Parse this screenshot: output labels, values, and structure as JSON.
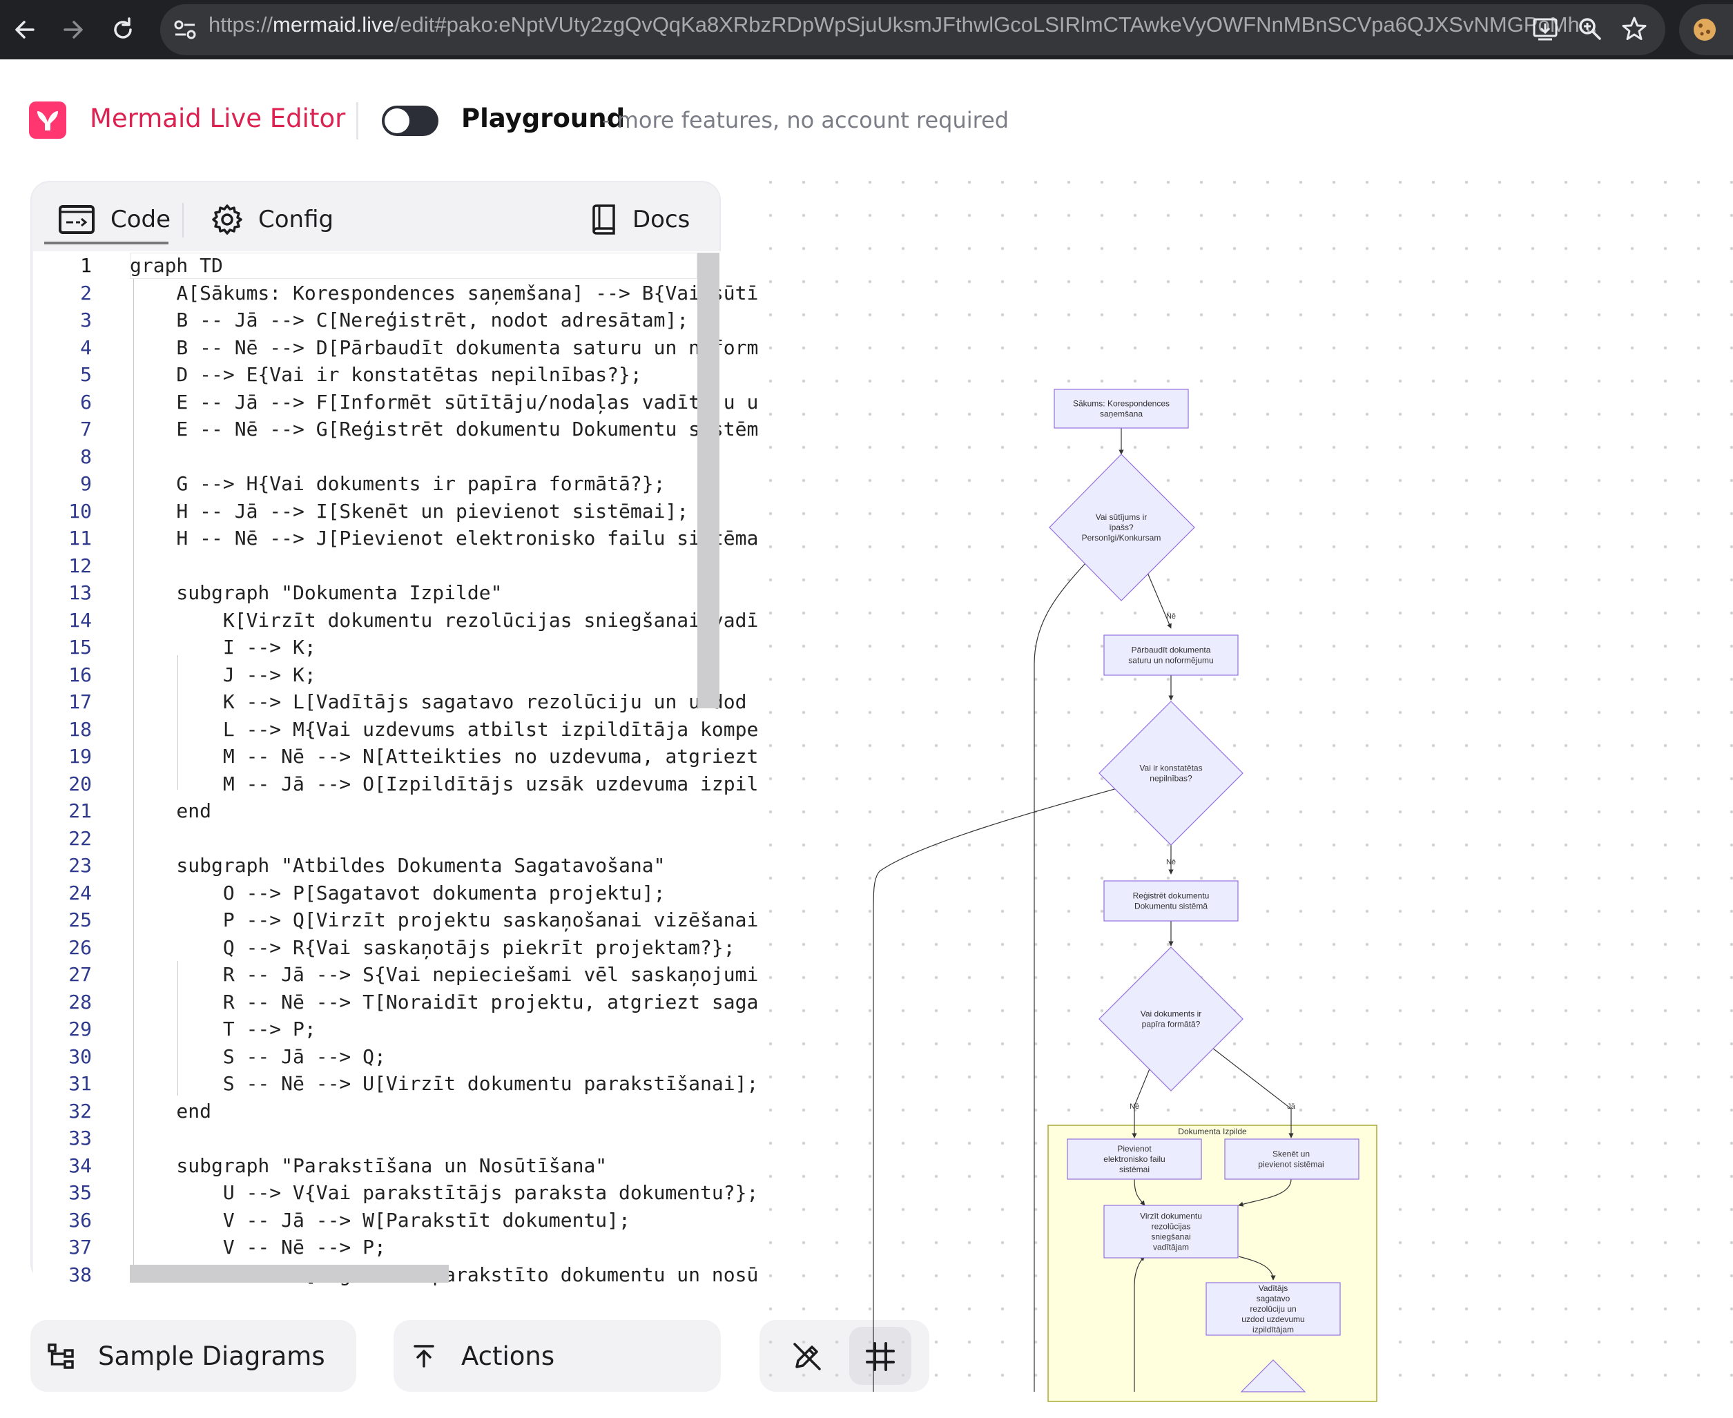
{
  "browser": {
    "url_prefix": "https://",
    "url_host": "mermaid.live",
    "url_rest": "/edit#pako:eNptVUty2zgQvQqKa8XRbzRDpWpSjuUksmJFthwlGcoLSIRlmCTAwkeVyOWFNnMBnSCVpa6QJXSvNMGPoMh..."
  },
  "header": {
    "app_title": "Mermaid Live Editor",
    "playground_label": "Playground",
    "playground_sub": "- more features, no account required"
  },
  "editor": {
    "tabs": {
      "code": "Code",
      "config": "Config",
      "docs": "Docs"
    },
    "lines": [
      {
        "n": "1",
        "text": "graph TD"
      },
      {
        "n": "2",
        "text": "    A[Sākums: Korespondences saņemšana] --> B{Vai sūtī"
      },
      {
        "n": "3",
        "text": "    B -- Jā --> C[Nereģistrēt, nodot adresātam];"
      },
      {
        "n": "4",
        "text": "    B -- Nē --> D[Pārbaudīt dokumenta saturu un noform"
      },
      {
        "n": "5",
        "text": "    D --> E{Vai ir konstatētas nepilnības?};"
      },
      {
        "n": "6",
        "text": "    E -- Jā --> F[Informēt sūtītāju/nodaļas vadītāju u"
      },
      {
        "n": "7",
        "text": "    E -- Nē --> G[Reģistrēt dokumentu Dokumentu sistēm"
      },
      {
        "n": "8",
        "text": ""
      },
      {
        "n": "9",
        "text": "    G --> H{Vai dokuments ir papīra formātā?};"
      },
      {
        "n": "10",
        "text": "    H -- Jā --> I[Skenēt un pievienot sistēmai];"
      },
      {
        "n": "11",
        "text": "    H -- Nē --> J[Pievienot elektronisko failu sistēma"
      },
      {
        "n": "12",
        "text": ""
      },
      {
        "n": "13",
        "text": "    subgraph \"Dokumenta Izpilde\""
      },
      {
        "n": "14",
        "text": "        K[Virzīt dokumentu rezolūcijas sniegšanai vadī"
      },
      {
        "n": "15",
        "text": "        I --> K;"
      },
      {
        "n": "16",
        "text": "        J --> K;"
      },
      {
        "n": "17",
        "text": "        K --> L[Vadītājs sagatavo rezolūciju un uzdod "
      },
      {
        "n": "18",
        "text": "        L --> M{Vai uzdevums atbilst izpildītāja kompe"
      },
      {
        "n": "19",
        "text": "        M -- Nē --> N[Atteikties no uzdevuma, atgriezt"
      },
      {
        "n": "20",
        "text": "        M -- Jā --> O[Izpildītājs uzsāk uzdevuma izpil"
      },
      {
        "n": "21",
        "text": "    end"
      },
      {
        "n": "22",
        "text": ""
      },
      {
        "n": "23",
        "text": "    subgraph \"Atbildes Dokumenta Sagatavošana\""
      },
      {
        "n": "24",
        "text": "        O --> P[Sagatavot dokumenta projektu];"
      },
      {
        "n": "25",
        "text": "        P --> Q[Virzīt projektu saskaņošanai vizēšanai"
      },
      {
        "n": "26",
        "text": "        Q --> R{Vai saskaņotājs piekrīt projektam?};"
      },
      {
        "n": "27",
        "text": "        R -- Jā --> S{Vai nepieciešami vēl saskaņojumi"
      },
      {
        "n": "28",
        "text": "        R -- Nē --> T[Noraidīt projektu, atgriezt saga"
      },
      {
        "n": "29",
        "text": "        T --> P;"
      },
      {
        "n": "30",
        "text": "        S -- Jā --> Q;"
      },
      {
        "n": "31",
        "text": "        S -- Nē --> U[Virzīt dokumentu parakstīšanai];"
      },
      {
        "n": "32",
        "text": "    end"
      },
      {
        "n": "33",
        "text": ""
      },
      {
        "n": "34",
        "text": "    subgraph \"Parakstīšana un Nosūtīšana\""
      },
      {
        "n": "35",
        "text": "        U --> V{Vai parakstītājs paraksta dokumentu?};"
      },
      {
        "n": "36",
        "text": "        V -- Jā --> W[Parakstīt dokumentu];"
      },
      {
        "n": "37",
        "text": "        V -- Nē --> P;"
      },
      {
        "n": "38",
        "text": "        W --> X[Reģistrēt parakstīto dokumentu un nosū"
      }
    ]
  },
  "bottom": {
    "sample_diagrams": "Sample Diagrams",
    "actions": "Actions"
  },
  "diagram": {
    "nodes": {
      "A": "Sākums: Korespondences saņemšana",
      "B": "Vai sūtījums ir īpašs? Personīgi/Konkursam",
      "D": "Pārbaudīt dokumenta saturu un noformējumu",
      "E": "Vai ir konstatētas nepilnības?",
      "G": "Reģistrēt dokumentu Dokumentu sistēmā",
      "H": "Vai dokuments ir papīra formātā?",
      "J": "Pievienot elektronisko failu sistēmai",
      "I": "Skenēt un pievienot sistēmai",
      "K": "Virzīt dokumentu rezolūcijas sniegšanai vadītājam",
      "L": "Vadītājs sagatavo rezolūciju un uzdod uzdevumu izpildītājam"
    },
    "edge_labels": {
      "no": "Nē",
      "yes": "Jā"
    },
    "subgraph_title": "Dokumenta Izpilde",
    "colors": {
      "node_fill": "#ECECFF",
      "node_stroke": "#9370DB",
      "cluster_fill": "#ffffde",
      "cluster_stroke": "#aaaa33",
      "edge": "#333333"
    }
  }
}
